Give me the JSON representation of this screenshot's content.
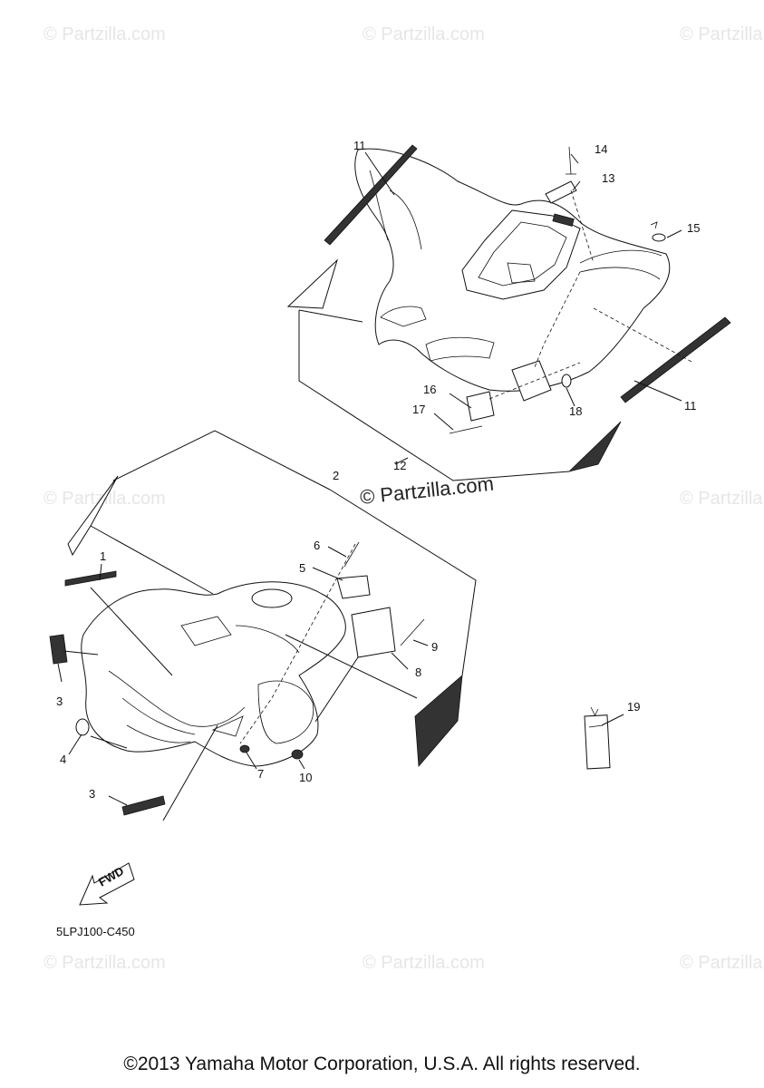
{
  "watermark": "© Partzilla.com",
  "watermark_center": "© Partzilla.com",
  "diagram_code": "5LPJ100-C450",
  "fwd_label": "FWD",
  "copyright": "©2013 Yamaha Motor Corporation, U.S.A. All rights reserved.",
  "callouts": [
    "1",
    "2",
    "3",
    "3",
    "4",
    "5",
    "6",
    "7",
    "8",
    "9",
    "10",
    "11",
    "11",
    "12",
    "13",
    "14",
    "15",
    "16",
    "17",
    "18",
    "19"
  ]
}
